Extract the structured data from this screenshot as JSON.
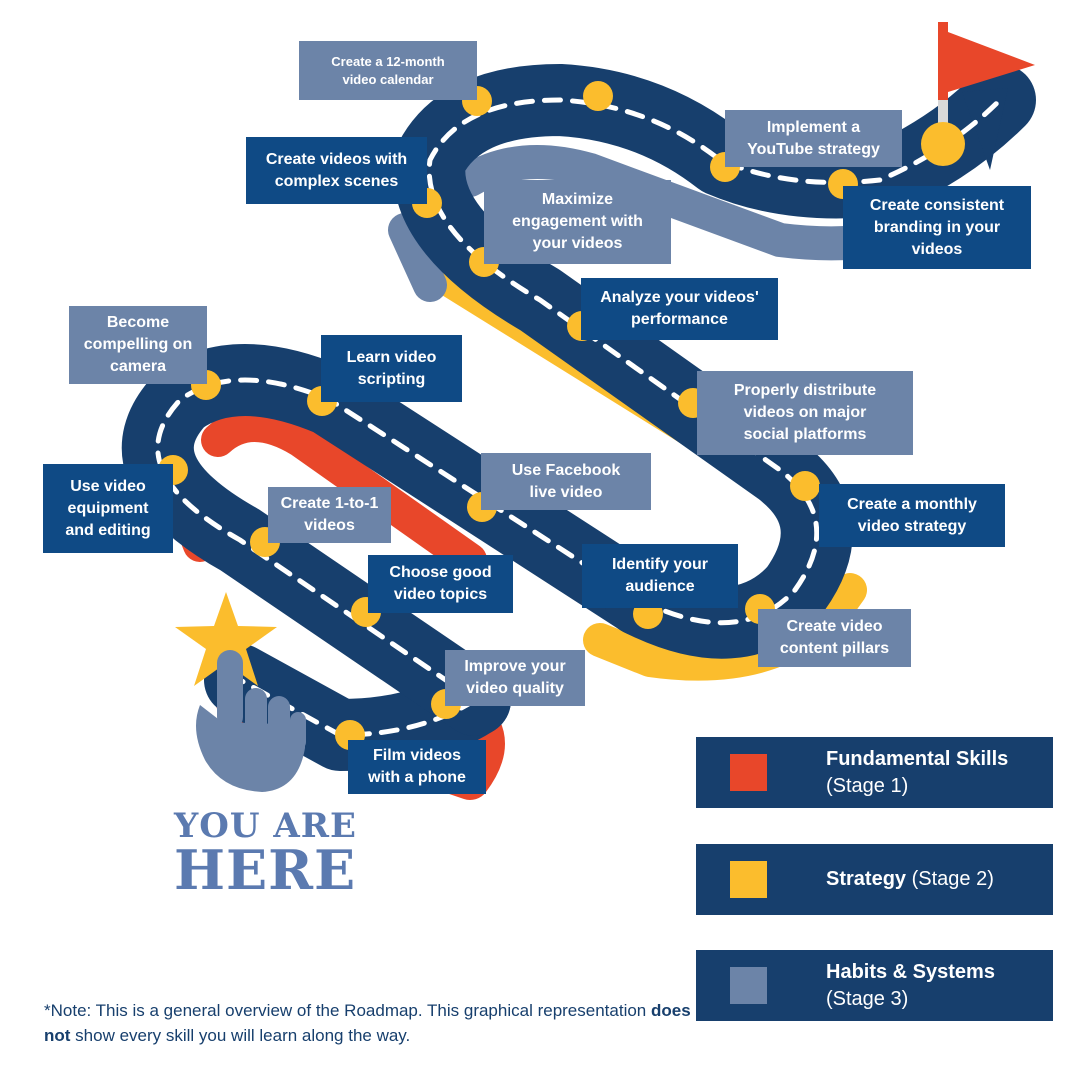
{
  "colors": {
    "road": "#173f6d",
    "road_shadow": "#6c84a8",
    "stage1": "#e8472a",
    "stage2": "#fbbd2d",
    "stage3": "#6c84a8",
    "dot": "#fbbd2d",
    "label_dark": "#0f4a85",
    "label_grey": "#6c84a8"
  },
  "labels": {
    "film_videos": "Film videos\nwith a phone",
    "improve_quality": "Improve your\nvideo quality",
    "choose_topics": "Choose good\nvideo topics",
    "create_1to1": "Create 1-to-1\nvideos",
    "use_equipment": "Use video\nequipment\nand editing",
    "become_compelling": "Become\ncompelling on\ncamera",
    "learn_scripting": "Learn video\nscripting",
    "facebook_live": "Use Facebook\nlive video",
    "identify_audience": "Identify your\naudience",
    "content_pillars": "Create video\ncontent pillars",
    "monthly_strategy": "Create a monthly\nvideo strategy",
    "distribute": "Properly distribute\nvideos on major\nsocial platforms",
    "analyze": "Analyze your videos'\nperformance",
    "maximize": "Maximize\nengagement with\nyour videos",
    "complex_scenes": "Create videos with\ncomplex scenes",
    "calendar": "Create a 12-month\nvideo calendar",
    "youtube": "Implement a\nYouTube strategy",
    "branding": "Create consistent\nbranding in your\nvideos"
  },
  "you_are_here": {
    "line1": "YOU ARE",
    "line2": "HERE"
  },
  "legend": [
    {
      "bold": "Fundamental Skills",
      "rest": " (Stage 1)",
      "color": "#e8472a"
    },
    {
      "bold": "Strategy",
      "rest": " (Stage 2)",
      "color": "#fbbd2d"
    },
    {
      "bold": "Habits & Systems",
      "rest": " (Stage 3)",
      "color": "#6c84a8"
    }
  ],
  "note": {
    "part1": "*Note: This is a general overview of the Roadmap. This graphical representation ",
    "bold": "does not",
    "part2": " show every skill you will learn along the way."
  },
  "icons": {
    "star": "star-icon",
    "hand": "pointing-hand-icon",
    "flag": "flag-icon",
    "arrow": "arrow-head-icon"
  }
}
